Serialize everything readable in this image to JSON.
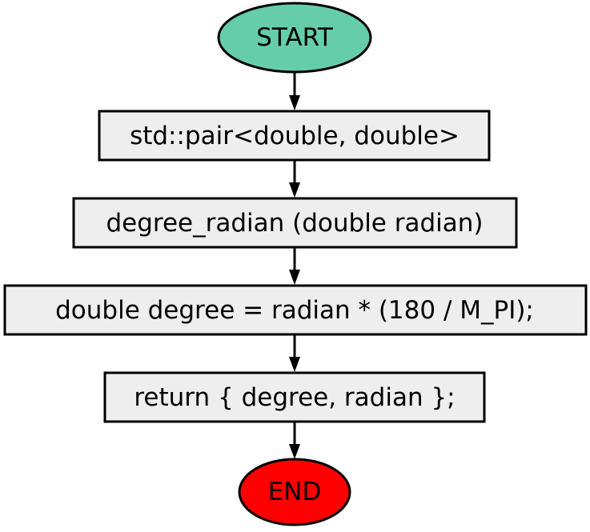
{
  "colors": {
    "start_fill": "#66CDAA",
    "end_fill": "#FF0000",
    "process_fill": "#EEEEEE",
    "stroke": "#000000"
  },
  "nodes": {
    "start": "START",
    "step1": "std::pair<double, double>",
    "step2": "degree_radian (double radian)",
    "step3": "double degree = radian * (180 / M_PI);",
    "step4": "return { degree, radian };",
    "end": "END"
  }
}
